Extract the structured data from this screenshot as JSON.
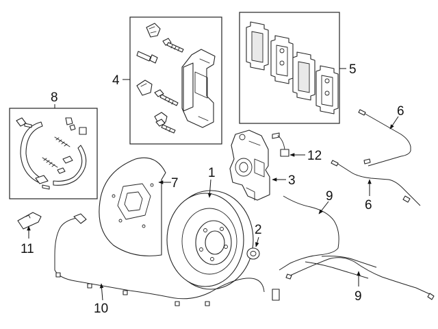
{
  "callouts": {
    "c1": "1",
    "c2": "2",
    "c3": "3",
    "c4": "4",
    "c5": "5",
    "c6a": "6",
    "c6b": "6",
    "c7": "7",
    "c8": "8",
    "c9a": "9",
    "c9b": "9",
    "c10": "10",
    "c11": "11",
    "c12": "12"
  },
  "colors": {
    "line": "#222222",
    "background": "#ffffff"
  }
}
